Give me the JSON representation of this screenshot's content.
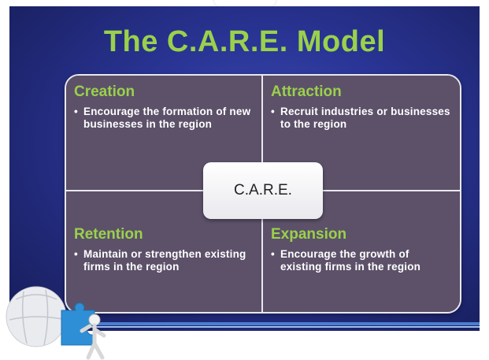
{
  "title": "The C.A.R.E. Model",
  "center_label": "C.A.R.E.",
  "bullet_char": "•",
  "quadrants": [
    {
      "heading": "Creation",
      "items": [
        "Encourage the formation of new businesses in the region"
      ]
    },
    {
      "heading": "Attraction",
      "items": [
        "Recruit industries or businesses to the region"
      ]
    },
    {
      "heading": "Retention",
      "items": [
        "Maintain or strengthen existing firms in the region"
      ]
    },
    {
      "heading": "Expansion",
      "items": [
        "Encourage the growth of existing firms in the region"
      ]
    }
  ],
  "colors": {
    "background": "#1e2670",
    "title": "#9ad14b",
    "quadrant_fill": "#5c5169",
    "quadrant_border": "#e8e8ef",
    "center_box": "#ffffff",
    "accent_line": "#4a7fd0"
  },
  "icons": {
    "decoration": "puzzle-figure-icon"
  }
}
